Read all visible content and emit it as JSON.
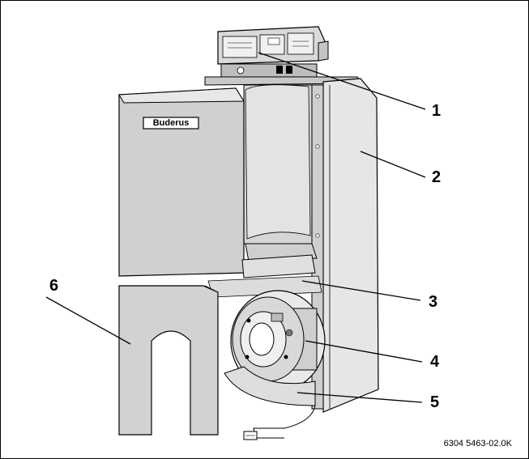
{
  "brand_label": "Buderus",
  "callouts": [
    {
      "number": "1"
    },
    {
      "number": "2"
    },
    {
      "number": "3"
    },
    {
      "number": "4"
    },
    {
      "number": "5"
    },
    {
      "number": "6"
    }
  ],
  "figure_reference": "6304 5463-02.0K",
  "colors": {
    "casing_light": "#e6e6e6",
    "casing_mid": "#cfcfcf",
    "casing_dark": "#a9a9a9",
    "outline": "#000000"
  }
}
